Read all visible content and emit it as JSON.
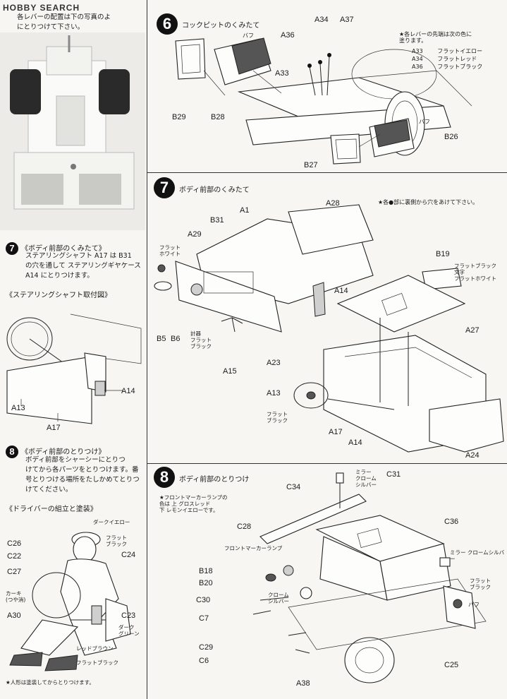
{
  "watermark": "HOBBY SEARCH",
  "left_column": {
    "intro_text": "各レバーの配置は下の写真のよ\nにとりつけて下さい。",
    "step7": {
      "number": "7",
      "title": "《ボディ前部のくみたて》",
      "text": "ステアリングシャフト A17 は B31\nの穴を通して ステアリングギヤケース\nA14 にとりつけます。",
      "sub_title": "《ステアリングシャフト取付図》",
      "labels": {
        "a14": "A14",
        "a13": "A13",
        "a17": "A17"
      }
    },
    "step8": {
      "number": "8",
      "title": "《ボディ前部のとりつけ》",
      "text": "ボディ前部をシャーシーにとりつ\nけてから各パーツをとりつけます。番\n号とりつける場所をたしかめてとりつ\nけてください。",
      "sub_title": "《ドライバーの組立と塗装》",
      "labels": {
        "c26": "C26",
        "c22": "C22",
        "c27": "C27",
        "a30": "A30",
        "c24": "C24",
        "c23": "C23",
        "dark_yellow": "ダークイエロー",
        "flat_black_1": "フラット\nブラック",
        "khaki": "カーキ\n(つや消)",
        "dark_green": "ダーク\nグリーン",
        "red_brown": "レッドブラウン",
        "flat_black_2": "フラットブラック"
      },
      "footnote": "★人形は塗装してからとりつけます。"
    }
  },
  "step6": {
    "number": "6",
    "title": "コックピットのくみたて",
    "labels": {
      "a34": "A34",
      "a37": "A37",
      "a36": "A36",
      "a33": "A33",
      "b29": "B29",
      "b28": "B28",
      "b26": "B26",
      "b27": "B27",
      "buff_1": "バフ",
      "buff_2": "バフ"
    },
    "lever_note": {
      "heading": "★各レバーの先端は次の色に\n塗ります。",
      "rows": [
        {
          "part": "A33",
          "color": "フラットイエロー"
        },
        {
          "part": "A34",
          "color": "フラットレッド"
        },
        {
          "part": "A36",
          "color": "フラットブラック"
        }
      ]
    }
  },
  "step7": {
    "number": "7",
    "title": "ボディ前部のくみたて",
    "hole_note": "★各●部に裏側から穴をあけて下さい。",
    "labels": {
      "a1": "A1",
      "a28": "A28",
      "b31": "B31",
      "a29": "A29",
      "flat_white": "フラット\nホワイト",
      "b5": "B5",
      "b6": "B6",
      "gauge": "計器\nフラット\nブラック",
      "a15": "A15",
      "a14": "A14",
      "b19": "B19",
      "b19_colors": "フラットブラック\n文字\nフラットホワイト",
      "a27": "A27",
      "a23": "A23",
      "a13": "A13",
      "flat_black": "フラット\nブラック",
      "a17": "A17",
      "a14b": "A14",
      "a24": "A24"
    }
  },
  "step8": {
    "number": "8",
    "title": "ボディ前部のとりつけ",
    "marker_note": "★フロントマーカーランプの\n色は 上 グロスレッド\n下 レモンイエローです。",
    "labels": {
      "mirror_1": "ミラー\nクローム\nシルバー",
      "c31": "C31",
      "c34": "C34",
      "c28": "C28",
      "front_marker": "フロントマーカーランプ",
      "c36": "C36",
      "mirror_2": "ミラー クロームシルバー",
      "b18": "B18",
      "b20": "B20",
      "chrome": "クローム\nシルバー",
      "c30": "C30",
      "c7": "C7",
      "flat_black": "フラット\nブラック",
      "buff": "バフ",
      "c29": "C29",
      "c6": "C6",
      "a38": "A38",
      "c25": "C25"
    }
  }
}
